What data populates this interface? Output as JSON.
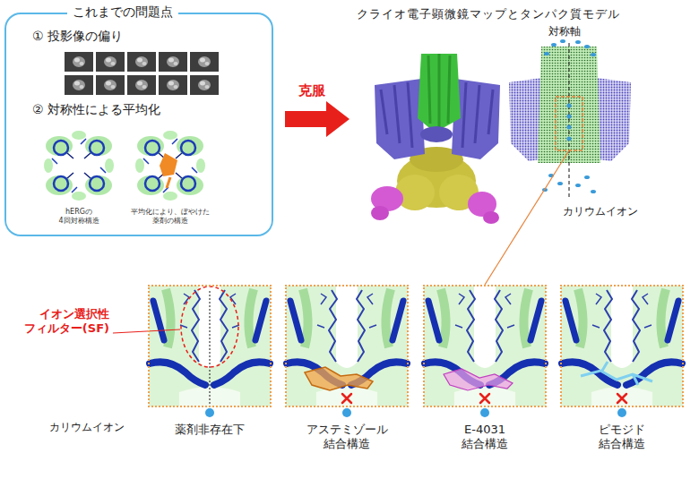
{
  "diagram": {
    "title": "クライオ電子顕微鏡マップとタンパク質モデル",
    "nodes": [
      {
        "text": [
          "これまでの問題点"
        ]
      },
      {
        "text": [
          "薬剤非存在下"
        ]
      },
      {
        "text": [
          "アステミゾール 結合構造"
        ]
      },
      {
        "text": [
          "E-4031 結合構造"
        ]
      },
      {
        "text": [
          "ピモジド 結合構造"
        ]
      }
    ],
    "labels": [
      "克服",
      "① 投影像の偏り",
      "② 対称性による平均化",
      "hERGの 4回対称構造",
      "平均化により、ぼやけた 薬剤の構造",
      "対称軸",
      "カリウムイオン",
      "イオン選択性 フィルター(SF)",
      "カリウムイオン"
    ]
  }
}
